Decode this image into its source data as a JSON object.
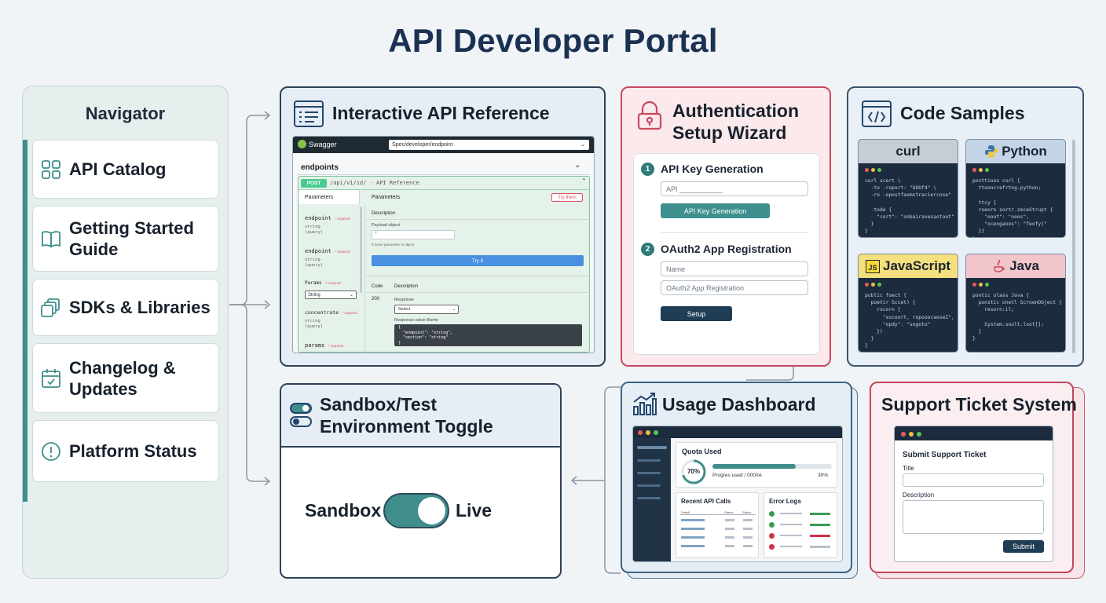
{
  "header": {
    "title": "API Developer Portal"
  },
  "navigator": {
    "title": "Navigator",
    "items": [
      {
        "label": "API Catalog",
        "icon": "grid-icon"
      },
      {
        "label": "Getting Started\nGuide",
        "icon": "book-icon"
      },
      {
        "label": "SDKs & Libraries",
        "icon": "stack-icon"
      },
      {
        "label": "Changelog &\nUpdates",
        "icon": "calendar-icon"
      },
      {
        "label": "Platform Status",
        "icon": "alert-circle-icon"
      }
    ]
  },
  "api_reference": {
    "title": "Interactive API Reference",
    "icon": "document-list-icon",
    "swagger": {
      "brand": "Swagger",
      "search_value": "Spec/developer/endpoint",
      "section": "endpoints",
      "method": "POST",
      "path": "/api/v1/id/ · API Reference",
      "params_label": "Parameters",
      "params_label_right": "Parameters",
      "try_label": "Try them",
      "left_params": [
        {
          "name": "endpoint",
          "req": "* required",
          "type": "string",
          "kind": "(query)"
        },
        {
          "name": "endpoint",
          "req": "* required",
          "type": "string",
          "kind": "(query)"
        },
        {
          "name": "Params",
          "req": "* required",
          "type": "String",
          "kind": ""
        },
        {
          "name": "concentrate",
          "req": "* required",
          "type": "string",
          "kind": "(query)"
        },
        {
          "name": "params",
          "req": "* required",
          "type": "string",
          "kind": "(query)"
        }
      ],
      "description_label": "Description",
      "payload_label": "Payload object",
      "field_hint": "If some parameter is object",
      "execute_label": "Try it",
      "code_col": "Code",
      "desc_col": "Description",
      "code_value": "200",
      "response_label": "Response",
      "select_value": "Select",
      "example_label": "Response value ilberte",
      "json_lines": [
        "{",
        "  \"endpoint\": \"string\",",
        "  \"section\": \"string\"",
        "}"
      ]
    }
  },
  "auth": {
    "title": "Authentication\nSetup Wizard",
    "icon": "lock-icon",
    "step1": {
      "num": "1",
      "label": "API Key Generation",
      "field": "API ___________",
      "button": "API Key Generation"
    },
    "step2": {
      "num": "2",
      "label": "OAuth2 App Registration",
      "field1": "Name",
      "field2": "OAuth2 App Registration",
      "button": "Setup"
    }
  },
  "code_samples": {
    "title": "Code Samples",
    "icon": "code-brackets-icon",
    "cards": [
      {
        "lang": "curl",
        "badge": "",
        "head_color": "#c6cdd4",
        "code": "curl scert \\\n  -to -roport: \"OOOf4\" \\\n  -ro -opostfaomstraciercose\"\n\n  -tode {\n    \"cort\": \"onbairavesaotoot\"\n  }\n}"
      },
      {
        "lang": "Python",
        "badge": "python-logo-icon",
        "head_color": "#c3d4e6",
        "code": "posttioos corl {\n  ttooncrefrtng.python;\n\n  ttcy {\n  roeorn sortr.zeceStrupt {\n    \"ooot\": \"ooos\",\n    \"oceogaoos\": \"feofy]\"\n  }}\n}"
      },
      {
        "lang": "JavaScript",
        "badge": "JS",
        "head_color": "#f4e07e",
        "code": "public foect {\n  poetir Sccet) {\n    rocorn {\n      \"socoort, ropooocaoseI\",\n      \"opdy\": \"sogoto\"\n    })\n  }\n}"
      },
      {
        "lang": "Java",
        "badge": "java-cup-icon",
        "head_color": "#f3c6cb",
        "code": "pontic olass Jova {\n  ponstic onetl ScroenObject {\n    resorn:il;\n\n    System.soolt.loot[];\n  }\n}"
      }
    ]
  },
  "sandbox": {
    "title": "Sandbox/Test\nEnvironment Toggle",
    "icon": "toggle-icon",
    "left_label": "Sandbox",
    "right_label": "Live",
    "toggle_on": true
  },
  "usage": {
    "title": "Usage Dashboard",
    "icon": "bar-chart-icon",
    "quota_title": "Quota Used",
    "quota_value": 0.7,
    "quota_text": "70%",
    "progress_label": "Progres used / 0000A",
    "progress_pct_text": "30%",
    "recent_title": "Recent API Calls",
    "recent_cols": [
      "Detalli",
      "Status",
      "Status"
    ],
    "error_title": "Error Logs"
  },
  "support": {
    "title": "Support Ticket System",
    "form_title": "Submit Support Ticket",
    "title_label": "Title",
    "description_label": "Description",
    "submit_label": "Submit"
  },
  "colors": {
    "navy": "#1b3152",
    "teal": "#3f8e8c",
    "red": "#c9495e"
  }
}
